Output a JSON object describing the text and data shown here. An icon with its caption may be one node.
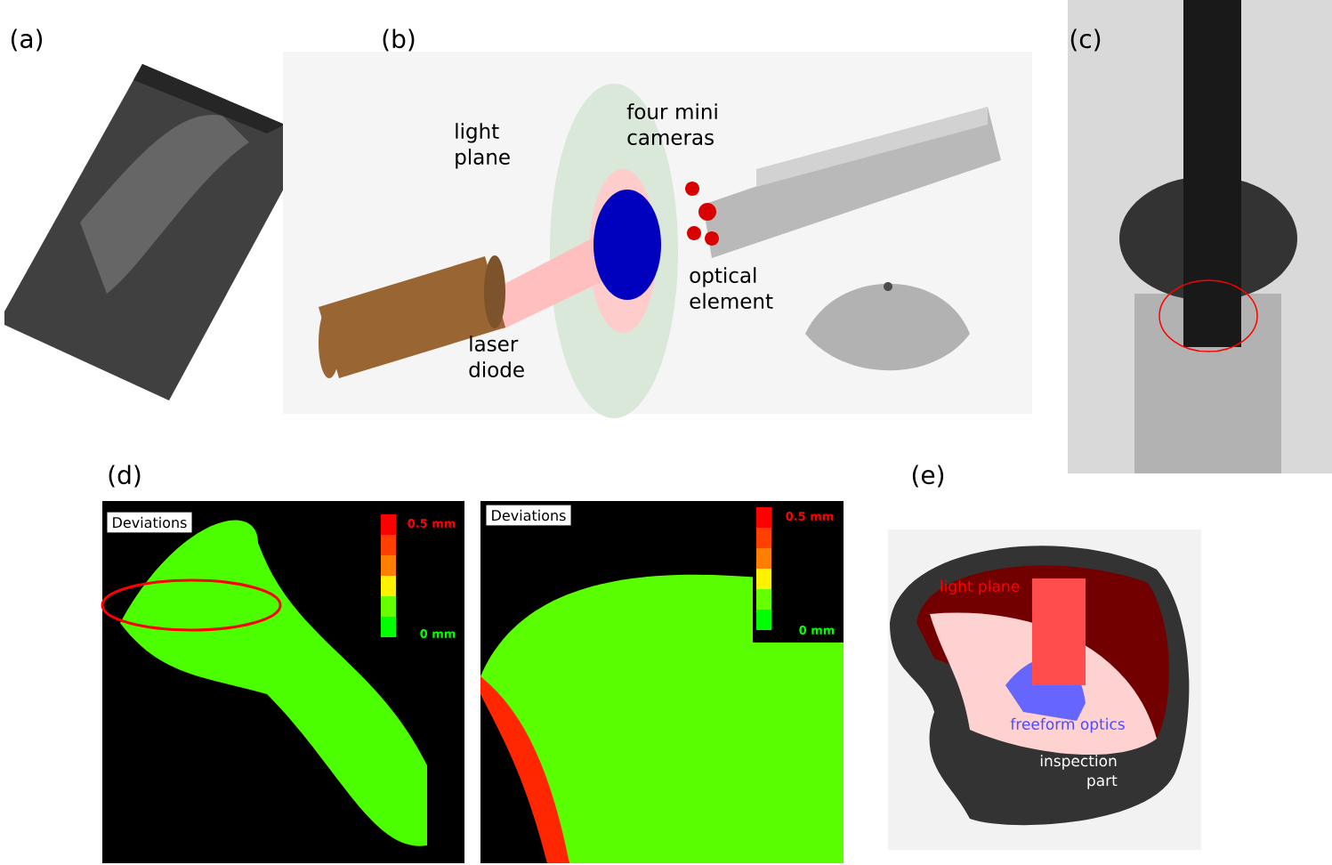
{
  "diagram": {
    "nodes": [
      {
        "text": [
          "Deviations"
        ]
      },
      {
        "text": [
          "Deviations"
        ]
      }
    ],
    "labels": [
      "(a)",
      "(b)",
      "(c)",
      "light plane",
      "four mini cameras",
      "optical element",
      "laser diode",
      "(d)",
      "(e)",
      "0.5 mm",
      "0 mm",
      "0.5 mm",
      "0 mm",
      "light plane",
      "freeform optics",
      "inspection part"
    ]
  }
}
